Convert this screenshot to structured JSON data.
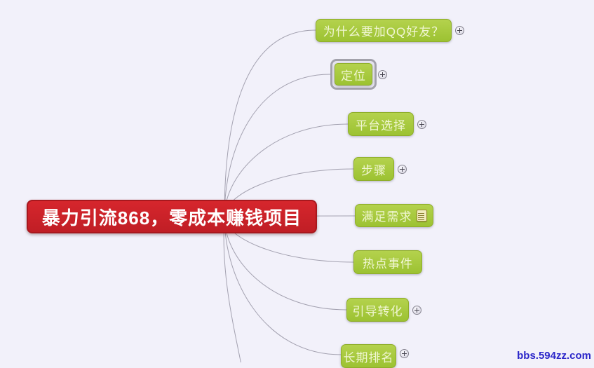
{
  "canvas": {
    "background_color": "#f2f1fa",
    "line_color": "#9b99a8"
  },
  "root": {
    "label": "暴力引流868，零成本赚钱项目",
    "fill_color": "#cb2127",
    "border_color": "#a8181e",
    "text_color": "#ffffff"
  },
  "branch_style": {
    "fill_color": "#a3c73a",
    "border_color": "#8fae2a",
    "text_color": "#f0f6d2"
  },
  "branches": [
    {
      "label": "为什么要加QQ好友？",
      "has_expand_icon": true,
      "has_notes_icon": false,
      "selected": false
    },
    {
      "label": "定位",
      "has_expand_icon": true,
      "has_notes_icon": false,
      "selected": true
    },
    {
      "label": "平台选择",
      "has_expand_icon": true,
      "has_notes_icon": false,
      "selected": false
    },
    {
      "label": "步骤",
      "has_expand_icon": true,
      "has_notes_icon": false,
      "selected": false
    },
    {
      "label": "满足需求",
      "has_expand_icon": false,
      "has_notes_icon": true,
      "selected": false
    },
    {
      "label": "热点事件",
      "has_expand_icon": false,
      "has_notes_icon": false,
      "selected": false
    },
    {
      "label": "引导转化",
      "has_expand_icon": true,
      "has_notes_icon": false,
      "selected": false
    },
    {
      "label": "长期排名",
      "has_expand_icon": true,
      "has_notes_icon": false,
      "selected": false
    }
  ],
  "watermark": {
    "text": "bbs.594zz.com",
    "color": "#2b26c9"
  }
}
